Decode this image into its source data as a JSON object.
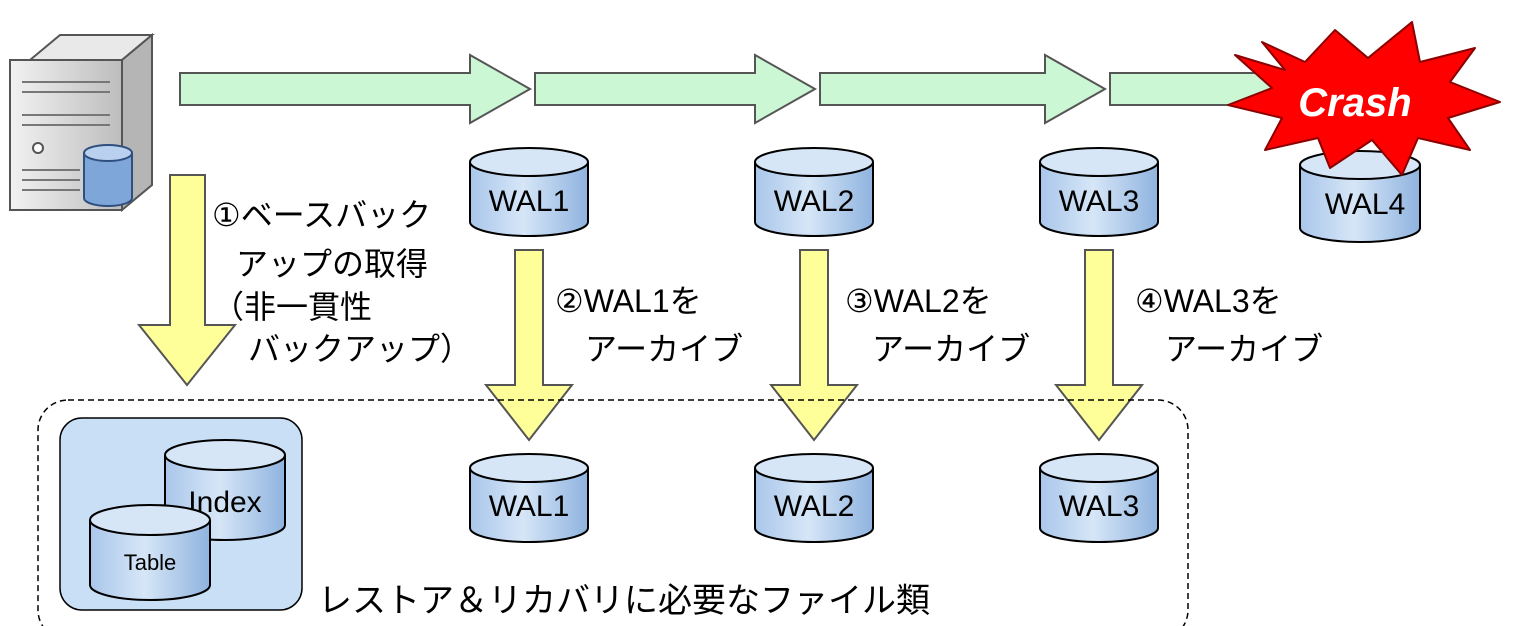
{
  "crash_label": "Crash",
  "wal_online": [
    "WAL1",
    "WAL2",
    "WAL3",
    "WAL4"
  ],
  "wal_archived": [
    "WAL1",
    "WAL2",
    "WAL3"
  ],
  "backup_files": {
    "index": "Index",
    "table": "Table"
  },
  "steps": {
    "s1": [
      "①ベースバック",
      "アップの取得",
      "（非一貫性",
      "バックアップ）"
    ],
    "s2": [
      "②WAL1を",
      "アーカイブ"
    ],
    "s3": [
      "③WAL2を",
      "アーカイブ"
    ],
    "s4": [
      "④WAL3を",
      "アーカイブ"
    ]
  },
  "region_caption": "レストア＆リカバリに必要なファイル類",
  "colors": {
    "timeline_arrow": "#ccf7d4",
    "down_arrow": "#ffff99",
    "cylinder": "#c7dcf2",
    "backup_box": "#c9dff5",
    "crash_burst": "#ff0000"
  },
  "icons": [
    "server-icon",
    "database-icon"
  ]
}
